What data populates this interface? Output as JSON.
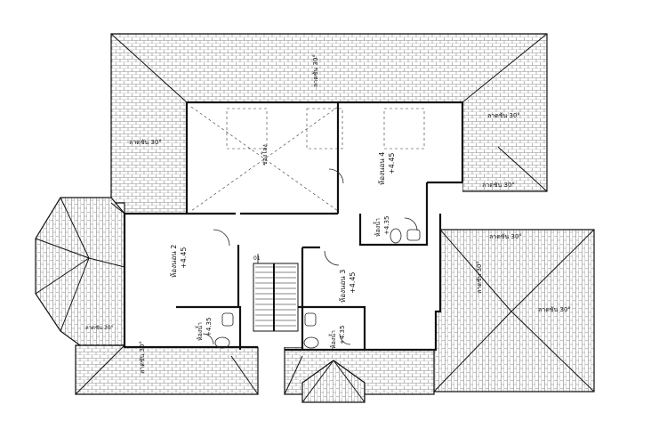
{
  "rooms": [
    {
      "id": "bed2",
      "name": "ห้องนอน 2",
      "level": "+4.45"
    },
    {
      "id": "bed3",
      "name": "ห้องนอน 3",
      "level": "+4.45"
    },
    {
      "id": "bed4",
      "name": "ห้องนอน 4",
      "level": "+4.45"
    },
    {
      "id": "wc_a",
      "name": "ห้องน้ำ",
      "level": "+4.35"
    },
    {
      "id": "wc_b",
      "name": "ห้องน้ำ",
      "level": "+4.35"
    },
    {
      "id": "wc_c",
      "name": "ห้องน้ำ",
      "level": "+4.35"
    },
    {
      "id": "void",
      "name": "ช่องโล่ง"
    }
  ],
  "stair_mark": "01",
  "slope_notes": [
    {
      "id": "top",
      "text": "ลาดชัน 30°"
    },
    {
      "id": "right_upper",
      "text": "ลาดชัน 30°"
    },
    {
      "id": "right_mid",
      "text": "ลาดชัน 30°"
    },
    {
      "id": "left",
      "text": "ลาดชัน 30°"
    },
    {
      "id": "right_lower_a",
      "text": "ลาดชัน 30°"
    },
    {
      "id": "right_lower_b",
      "text": "ลาดชัน 30°"
    },
    {
      "id": "right_lower_c",
      "text": "ลาดชัน 30°"
    },
    {
      "id": "bottom_left",
      "text": "ลาดชัน 30°"
    },
    {
      "id": "left_small",
      "text": "ลาดชัน 30°"
    }
  ],
  "colors": {
    "line": "#111111",
    "roof_pattern": "#8a8a8a",
    "background": "#ffffff"
  }
}
